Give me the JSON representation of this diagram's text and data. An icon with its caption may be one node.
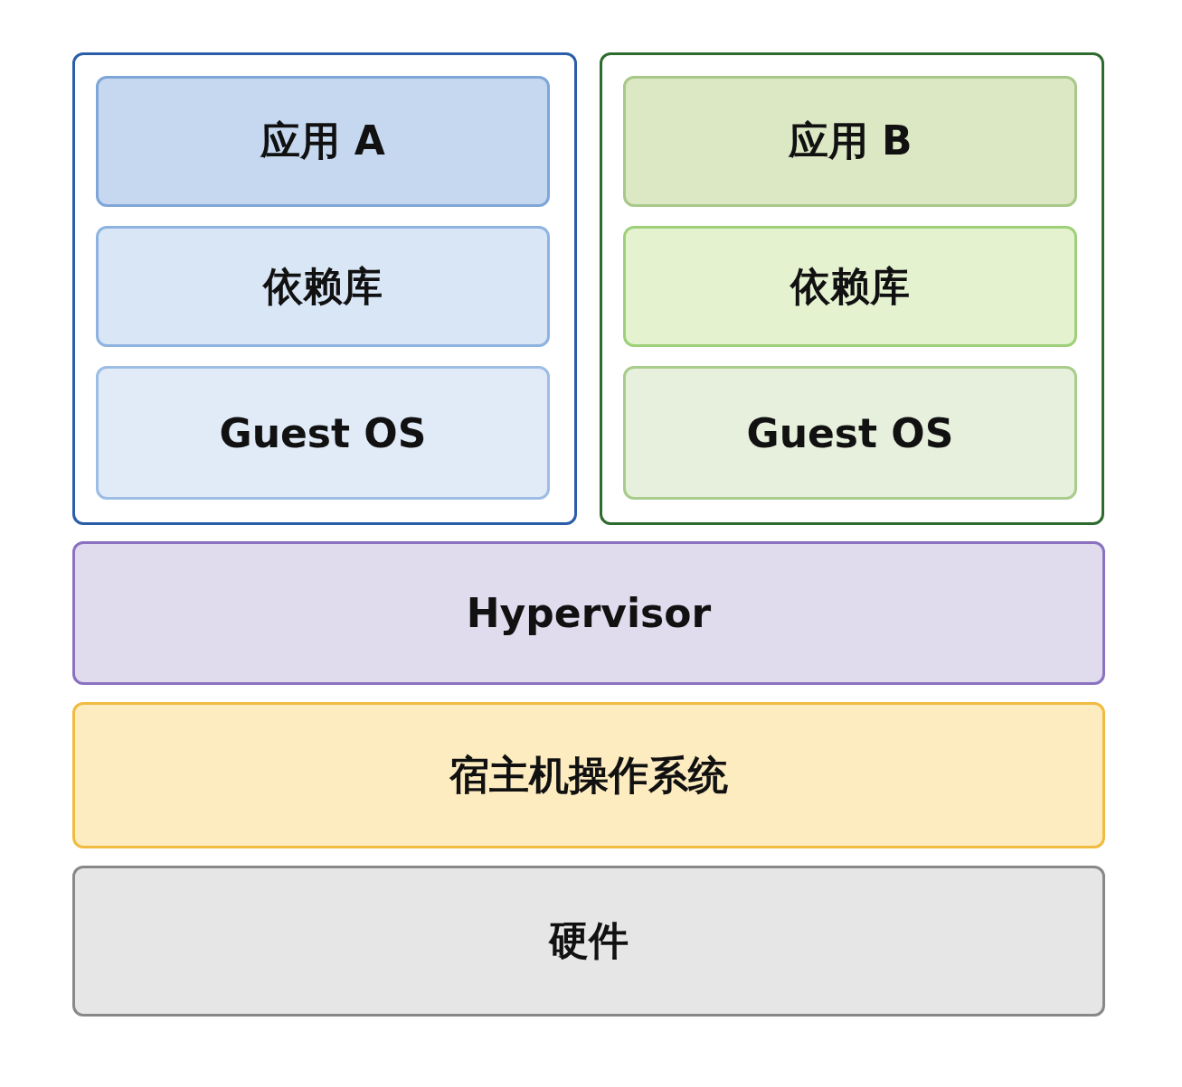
{
  "diagram": {
    "nodes": [
      {
        "text": [],
        "shape": "box"
      },
      {
        "text": [
          "应用 A"
        ],
        "in": 0
      },
      {
        "text": [
          "依赖库"
        ],
        "in": 0
      },
      {
        "text": [
          "Guest OS"
        ],
        "in": 0
      },
      {
        "text": [],
        "shape": "box"
      },
      {
        "text": [
          "应用 B"
        ],
        "in": 4
      },
      {
        "text": [
          "依赖库"
        ],
        "in": 4
      },
      {
        "text": [
          "Guest OS"
        ],
        "in": 4
      },
      {
        "text": [
          "Hypervisor"
        ]
      },
      {
        "text": [
          "宿主机操作系统"
        ]
      },
      {
        "text": [
          "硬件"
        ]
      }
    ]
  }
}
